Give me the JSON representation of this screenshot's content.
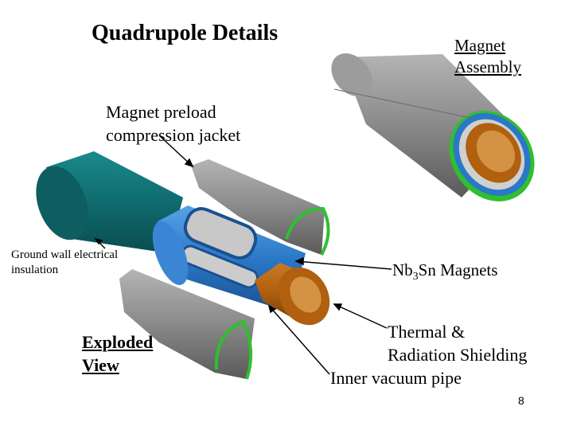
{
  "title": "Quadrupole Details",
  "labels": {
    "magnet_assembly_line1": "Magnet",
    "magnet_assembly_line2": "Assembly",
    "preload_line1": "Magnet preload",
    "preload_line2": "compression jacket",
    "ground_line1": "Ground wall electrical",
    "ground_line2": "insulation",
    "nb_prefix": "Nb",
    "nb_sub": "3",
    "nb_suffix": "Sn Magnets",
    "exploded_line1": "Exploded",
    "exploded_line2": "View",
    "thermal_line1": "Thermal &",
    "thermal_line2": "Radiation Shielding",
    "inner_pipe": "Inner vacuum pipe"
  },
  "page_number": "8",
  "colors": {
    "jacket_gray": "#8c8c8c",
    "insulation_teal": "#0f6b6e",
    "magnet_blue": "#2a78c8",
    "shield_orange": "#b0600e",
    "edge_green": "#2fbf2f"
  }
}
